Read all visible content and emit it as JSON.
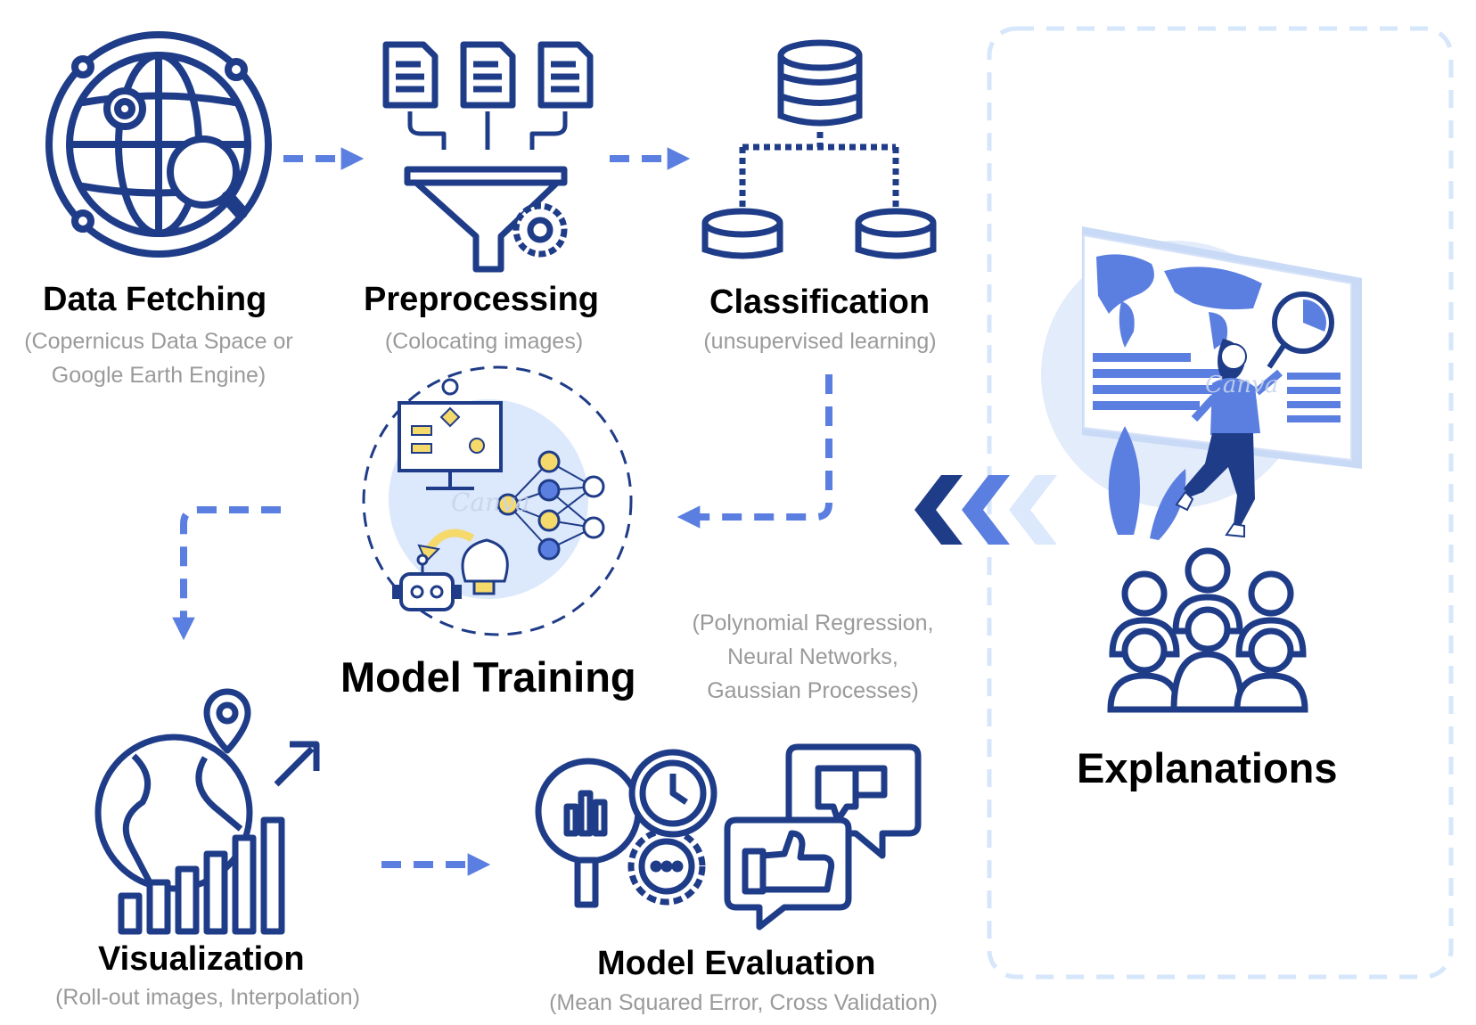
{
  "colors": {
    "icon_navy": "#1f3c88",
    "arrow_blue": "#5b7fe0",
    "light_blue": "#dce8fb",
    "frame_dash": "#d6e6fb",
    "highlight_yellow": "#f5d96b",
    "subtitle_gray": "#9a9a9a"
  },
  "steps": {
    "data_fetching": {
      "title": "Data Fetching",
      "subtitle_line1": "(Copernicus Data Space or",
      "subtitle_line2": "Google Earth Engine)",
      "icon": "globe-search-gear-icon"
    },
    "preprocessing": {
      "title": "Preprocessing",
      "subtitle": "(Colocating images)",
      "icon": "documents-funnel-gear-icon"
    },
    "classification": {
      "title": "Classification",
      "subtitle": "(unsupervised learning)",
      "icon": "database-hierarchy-icon"
    },
    "model_training": {
      "title": "Model Training",
      "subtitle_line1": "(Polynomial Regression,",
      "subtitle_line2": "Neural Networks,",
      "subtitle_line3": "Gaussian Processes)",
      "icon": "ai-training-illustration-icon",
      "watermark": "Canva"
    },
    "visualization": {
      "title": "Visualization",
      "subtitle": "(Roll-out images, Interpolation)",
      "icon": "globe-pin-growth-chart-icon"
    },
    "model_evaluation": {
      "title": "Model Evaluation",
      "subtitle": "(Mean Squared Error, Cross Validation)",
      "icon": "evaluation-feedback-icon"
    },
    "explanations": {
      "title": "Explanations",
      "illustration": "woman-presenting-world-map-illustration",
      "icon": "audience-group-icon",
      "watermark": "Canva"
    }
  }
}
